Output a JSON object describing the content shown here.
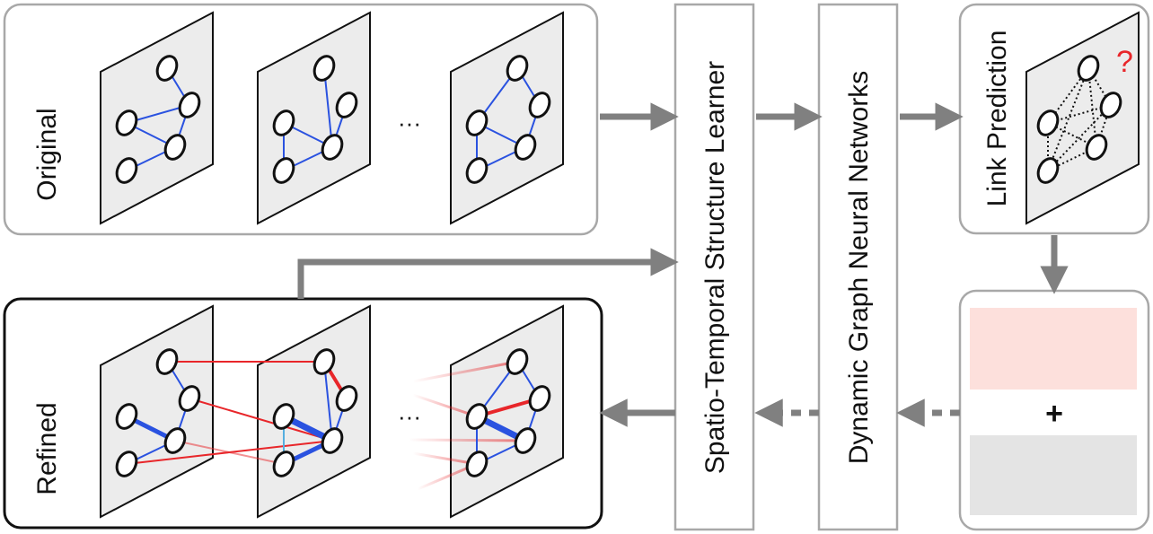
{
  "panels": {
    "original": {
      "label": "Original"
    },
    "refined": {
      "label": "Refined"
    }
  },
  "blocks": {
    "structure_learner": "Spatio-Temporal Structure Learner",
    "dgnn": "Dynamic Graph Neural Networks",
    "link_prediction": "Link Prediction"
  },
  "symbols": {
    "ellipsis": "···",
    "question": "?",
    "plus": "+"
  },
  "colors": {
    "panel_border": "#a8a8a8",
    "arrow": "#808080",
    "plane_fill": "#ececec",
    "edge_blue": "#2a52e0",
    "edge_red": "#e8262a",
    "edge_light_blue": "#55aee0",
    "question_mark": "#e8262a",
    "loss_top": "#fde0dc",
    "loss_bottom": "#e4e4e4"
  }
}
